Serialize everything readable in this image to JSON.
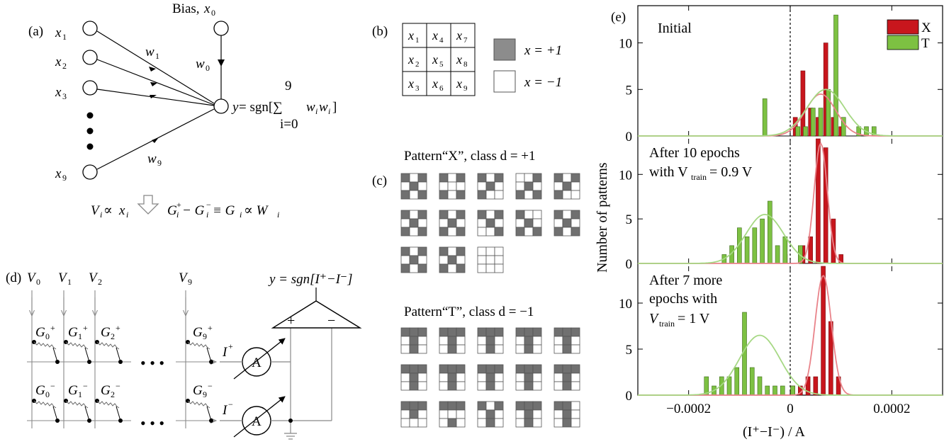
{
  "panel_a": {
    "label": "(a)",
    "bias_label": "Bias, ",
    "bias_var": "x",
    "bias_sub": "0",
    "inputs": [
      {
        "var": "x",
        "sub": "1"
      },
      {
        "var": "x",
        "sub": "2"
      },
      {
        "var": "x",
        "sub": "3"
      },
      {
        "var": "x",
        "sub": "9"
      }
    ],
    "weights": [
      {
        "var": "w",
        "sub": "1"
      },
      {
        "var": "w",
        "sub": "0"
      },
      {
        "var": "w",
        "sub": "9"
      }
    ],
    "sum_top": "9",
    "sum_bottom": "i=0",
    "output_y": "y",
    "output_eq": " = sgn[∑ ",
    "output_w": "w",
    "output_w_sub": "i",
    "output_x": "w",
    "output_x_sub": "i",
    "output_close": "]",
    "relation_left": "V",
    "relation_left_sub": "i",
    "relation_prop": " ∝ ",
    "relation_x": "x",
    "relation_x_sub": "i",
    "relation_g": "G",
    "relation_right_tail": " − G",
    "relation_equiv": " ≡ G",
    "relation_w": " ∝ W",
    "sub_i": "i",
    "sup_plus": "+",
    "sup_minus": "−"
  },
  "panel_b": {
    "label": "(b)",
    "grid": [
      [
        "x",
        "1"
      ],
      [
        "x",
        "4"
      ],
      [
        "x",
        "7"
      ],
      [
        "x",
        "2"
      ],
      [
        "x",
        "5"
      ],
      [
        "x",
        "8"
      ],
      [
        "x",
        "3"
      ],
      [
        "x",
        "6"
      ],
      [
        "x",
        "9"
      ]
    ],
    "legend_plus": "x = +1",
    "legend_minus": "x = −1"
  },
  "panel_c": {
    "label": "(c)",
    "pattern_x_title": "Pattern“X”, class d = +1",
    "pattern_t_title": "Pattern“T”, class d = −1",
    "x_patterns": [
      [
        1,
        0,
        1,
        0,
        1,
        0,
        1,
        0,
        1
      ],
      [
        1,
        0,
        1,
        0,
        0,
        0,
        1,
        0,
        1
      ],
      [
        1,
        0,
        1,
        0,
        1,
        0,
        1,
        0,
        0
      ],
      [
        0,
        0,
        1,
        0,
        1,
        0,
        1,
        0,
        1
      ],
      [
        1,
        0,
        1,
        0,
        1,
        0,
        1,
        0,
        0
      ],
      [
        1,
        0,
        1,
        0,
        1,
        0,
        1,
        0,
        1
      ],
      [
        1,
        0,
        1,
        0,
        1,
        0,
        1,
        0,
        1
      ],
      [
        1,
        0,
        1,
        0,
        1,
        0,
        0,
        0,
        1
      ],
      [
        1,
        0,
        0,
        0,
        1,
        0,
        1,
        0,
        1
      ],
      [
        1,
        0,
        1,
        0,
        1,
        0,
        1,
        0,
        1
      ],
      [
        1,
        0,
        1,
        0,
        1,
        0,
        1,
        0,
        1
      ],
      [
        1,
        0,
        1,
        0,
        1,
        0,
        1,
        0,
        1
      ],
      [
        0,
        0,
        0,
        0,
        0,
        0,
        0,
        0,
        0
      ]
    ],
    "t_patterns": [
      [
        1,
        1,
        1,
        0,
        1,
        0,
        0,
        1,
        0
      ],
      [
        1,
        1,
        1,
        0,
        1,
        0,
        0,
        1,
        0
      ],
      [
        1,
        1,
        1,
        0,
        1,
        0,
        0,
        1,
        0
      ],
      [
        1,
        1,
        1,
        0,
        1,
        0,
        0,
        1,
        0
      ],
      [
        1,
        1,
        1,
        0,
        1,
        0,
        0,
        1,
        0
      ],
      [
        1,
        1,
        1,
        0,
        1,
        0,
        0,
        1,
        0
      ],
      [
        1,
        1,
        1,
        0,
        1,
        0,
        0,
        1,
        0
      ],
      [
        1,
        1,
        1,
        0,
        1,
        0,
        0,
        1,
        0
      ],
      [
        1,
        1,
        1,
        0,
        1,
        0,
        0,
        1,
        0
      ],
      [
        1,
        1,
        1,
        0,
        1,
        0,
        0,
        1,
        0
      ],
      [
        1,
        1,
        1,
        0,
        1,
        0,
        0,
        0,
        0
      ],
      [
        1,
        1,
        1,
        0,
        0,
        0,
        0,
        1,
        0
      ],
      [
        1,
        0,
        1,
        0,
        1,
        0,
        0,
        1,
        0
      ],
      [
        1,
        1,
        1,
        0,
        1,
        0,
        0,
        1,
        0
      ],
      [
        1,
        1,
        0,
        0,
        1,
        0,
        0,
        1,
        0
      ]
    ]
  },
  "panel_d": {
    "label": "(d)",
    "voltages": [
      [
        "V",
        "0"
      ],
      [
        "V",
        "1"
      ],
      [
        "V",
        "2"
      ],
      [
        "V",
        "9"
      ]
    ],
    "g_plus": [
      [
        "G",
        "0",
        "+"
      ],
      [
        "G",
        "1",
        "+"
      ],
      [
        "G",
        "2",
        "+"
      ],
      [
        "G",
        "9",
        "+"
      ]
    ],
    "g_minus": [
      [
        "G",
        "0",
        "−"
      ],
      [
        "G",
        "1",
        "−"
      ],
      [
        "G",
        "2",
        "−"
      ],
      [
        "G",
        "9",
        "−"
      ]
    ],
    "dots": "• • •",
    "i_plus": "I",
    "i_plus_sup": "+",
    "i_minus": "I",
    "i_minus_sup": "−",
    "amp": "A",
    "plus": "+",
    "minus": "−",
    "output": "y = sgn[I⁺−I⁻]"
  },
  "chart_data": {
    "type": "bar",
    "label": "(e)",
    "xlabel": "(I⁺−I⁻) / A",
    "ylabel": "Number of patterns",
    "xlim": [
      -0.0003,
      0.0003
    ],
    "xticks": [
      -0.0002,
      0,
      0.0002
    ],
    "xtick_labels": [
      "−0.0002",
      "0",
      "0.0002"
    ],
    "legend": [
      {
        "name": "X",
        "color": "#c8161d"
      },
      {
        "name": "T",
        "color": "#7dc142"
      }
    ],
    "legend_position": "top-right",
    "subplots": [
      {
        "annotation": [
          "Initial"
        ],
        "ylim": [
          0,
          14
        ],
        "yticks": [
          0,
          5,
          10
        ],
        "X": {
          "x": [
            1e-05,
            2.5e-05,
            4e-05,
            5.5e-05,
            7e-05,
            8.5e-05,
            0.0001
          ],
          "y": [
            2,
            7,
            3,
            2,
            10,
            2,
            1
          ],
          "fit_mean": 6e-05,
          "fit_sd": 3e-05,
          "fit_peak": 4.5
        },
        "T": {
          "x": [
            -5e-05,
            1.5e-05,
            3e-05,
            4.5e-05,
            6e-05,
            7.5e-05,
            9e-05,
            0.000105,
            0.000135,
            0.00015,
            0.000165
          ],
          "y": [
            4,
            1,
            1,
            3,
            3,
            5,
            13,
            2,
            1,
            1,
            1
          ],
          "fit_mean": 7e-05,
          "fit_sd": 3.7e-05,
          "fit_peak": 5
        }
      },
      {
        "annotation": [
          "After 10 epochs",
          "with V",
          "train",
          " = 0.9 V"
        ],
        "ylim": [
          0,
          14
        ],
        "yticks": [
          0,
          5,
          10
        ],
        "X": {
          "x": [
            -1e-05,
            2.5e-05,
            4e-05,
            5.5e-05,
            7e-05,
            8.5e-05,
            0.0001
          ],
          "y": [
            1,
            2,
            3,
            14,
            13,
            5,
            1
          ],
          "fit_mean": 6e-05,
          "fit_sd": 1.3e-05,
          "fit_peak": 13.5
        },
        "T": {
          "x": [
            -0.00013,
            -0.000115,
            -0.0001,
            -8.5e-05,
            -7e-05,
            -5.5e-05,
            -4e-05,
            -2.5e-05,
            -1e-05,
            2e-05
          ],
          "y": [
            1,
            2,
            4,
            3,
            4,
            5,
            7,
            2,
            3,
            2
          ],
          "fit_mean": -5e-05,
          "fit_sd": 3.7e-05,
          "fit_peak": 5.5
        }
      },
      {
        "annotation": [
          "After 7 more",
          "epochs with",
          "V",
          "train",
          " = 1 V"
        ],
        "ylim": [
          0,
          14
        ],
        "yticks": [
          0,
          5,
          10
        ],
        "X": {
          "x": [
            5e-06,
            2e-05,
            3.5e-05,
            5e-05,
            6.5e-05,
            8e-05,
            9.5e-05
          ],
          "y": [
            1,
            1,
            2,
            2,
            14,
            8,
            2
          ],
          "fit_mean": 6.5e-05,
          "fit_sd": 1.6e-05,
          "fit_peak": 13
        },
        "T": {
          "x": [
            -0.000165,
            -0.00015,
            -0.000135,
            -0.00012,
            -0.000105,
            -9e-05,
            -7.5e-05,
            -6e-05,
            -4.5e-05,
            -3e-05,
            -1.5e-05,
            5e-06
          ],
          "y": [
            2,
            1,
            2,
            2,
            3,
            9,
            3,
            2,
            1,
            1,
            1,
            1
          ],
          "fit_mean": -6e-05,
          "fit_sd": 4e-05,
          "fit_peak": 6.5
        }
      }
    ]
  }
}
